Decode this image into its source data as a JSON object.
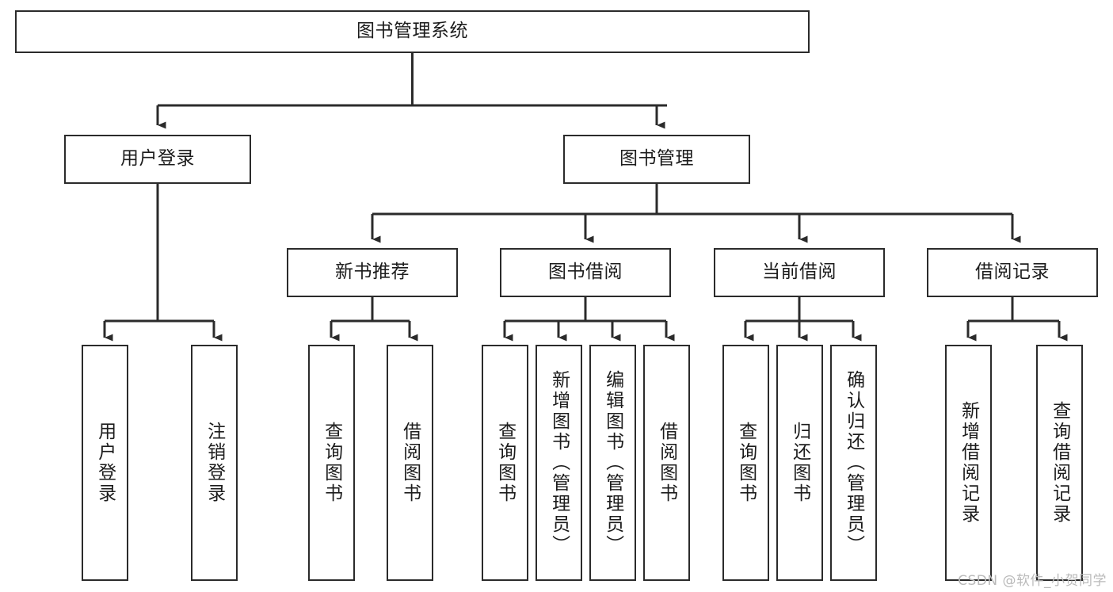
{
  "diagram": {
    "title": "图书管理系统",
    "type": "tree",
    "watermark": "CSDN @软件_小贺同学",
    "colors": {
      "node_border": "#2b2b2b",
      "node_fill": "#ffffff",
      "edge": "#2b2b2b",
      "text": "#1c1c1c",
      "watermark": "#b9b9b9",
      "background": "#ffffff"
    },
    "nodes": {
      "root": {
        "label": "图书管理系统"
      },
      "level2": [
        {
          "id": "user-login",
          "label": "用户登录"
        },
        {
          "id": "book-manage",
          "label": "图书管理"
        }
      ],
      "level3": [
        {
          "id": "new-book-recommend",
          "label": "新书推荐"
        },
        {
          "id": "book-borrow",
          "label": "图书借阅"
        },
        {
          "id": "current-borrow",
          "label": "当前借阅"
        },
        {
          "id": "borrow-record",
          "label": "借阅记录"
        }
      ],
      "leaves": [
        {
          "id": "leaf-user-login",
          "parent": "user-login",
          "label": "用户登录"
        },
        {
          "id": "leaf-logout",
          "parent": "user-login",
          "label": "注销登录"
        },
        {
          "id": "leaf-query-book-1",
          "parent": "new-book-recommend",
          "label": "查询图书"
        },
        {
          "id": "leaf-borrow-book-1",
          "parent": "new-book-recommend",
          "label": "借阅图书"
        },
        {
          "id": "leaf-query-book-2",
          "parent": "book-borrow",
          "label": "查询图书"
        },
        {
          "id": "leaf-add-book",
          "parent": "book-borrow",
          "label": "新增图书（管理员）"
        },
        {
          "id": "leaf-edit-book",
          "parent": "book-borrow",
          "label": "编辑图书（管理员）"
        },
        {
          "id": "leaf-borrow-book-2",
          "parent": "book-borrow",
          "label": "借阅图书"
        },
        {
          "id": "leaf-query-book-3",
          "parent": "current-borrow",
          "label": "查询图书"
        },
        {
          "id": "leaf-return-book",
          "parent": "current-borrow",
          "label": "归还图书"
        },
        {
          "id": "leaf-confirm-return",
          "parent": "current-borrow",
          "label": "确认归还（管理员）"
        },
        {
          "id": "leaf-add-record",
          "parent": "borrow-record",
          "label": "新增借阅记录"
        },
        {
          "id": "leaf-query-record",
          "parent": "borrow-record",
          "label": "查询借阅记录"
        }
      ]
    }
  }
}
